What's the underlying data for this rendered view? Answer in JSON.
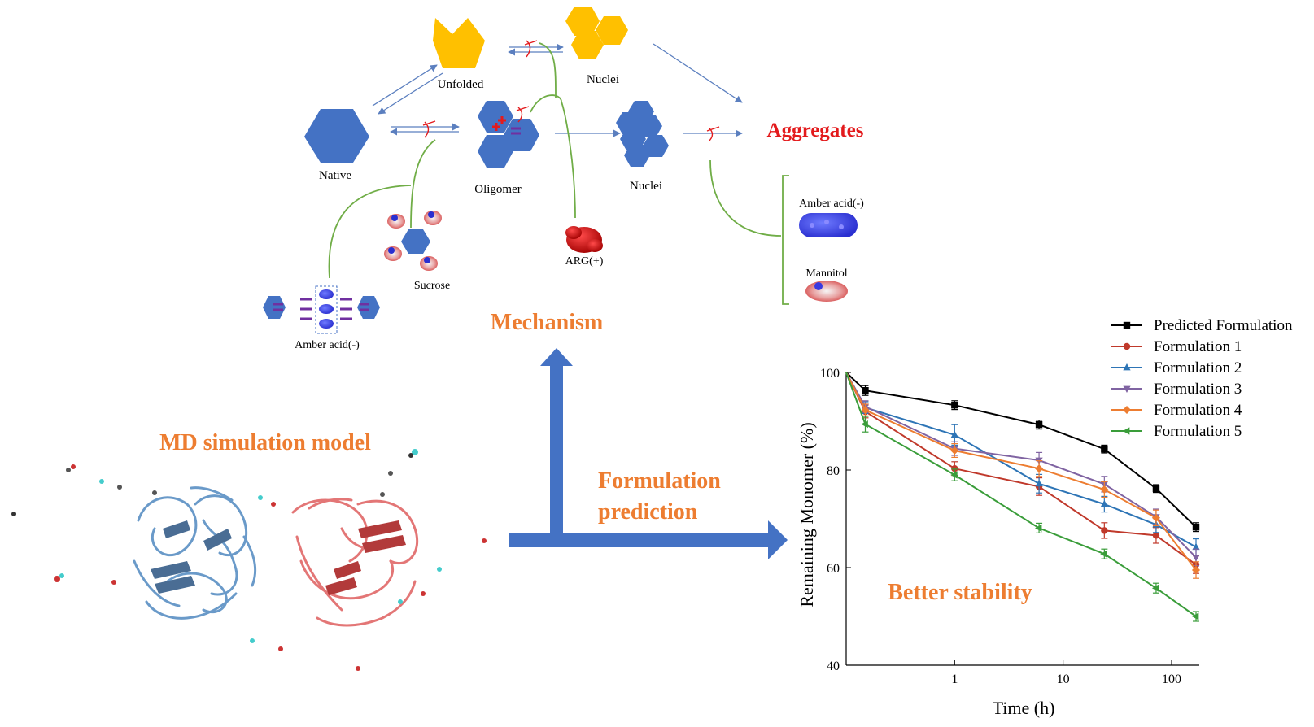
{
  "colors": {
    "blue": "#4472c4",
    "gold": "#ffc000",
    "orange": "#ed7d31",
    "red": "#e31a1c",
    "green": "#70ad47",
    "purple": "#7030a0",
    "arrow": "#5b7fbf",
    "bigArrow": "#4472c4"
  },
  "mechanism": {
    "states": {
      "unfolded": "Unfolded",
      "nuclei_top": "Nuclei",
      "native": "Native",
      "oligomer": "Oligomer",
      "nuclei_mid": "Nuclei",
      "aggregates": "Aggregates"
    },
    "excipients": {
      "sucrose": "Sucrose",
      "arg": "ARG(+)",
      "amber_bottom": "Amber acid(-)",
      "amber_right": "Amber acid(-)",
      "mannitol": "Mannitol"
    },
    "title": "Mechanism"
  },
  "md": {
    "title": "MD simulation model"
  },
  "prediction": {
    "line1": "Formulation",
    "line2": "prediction"
  },
  "chart_data": {
    "type": "line",
    "xlabel": "Time (h)",
    "ylabel": "Remaining Monomer (%)",
    "xscale": "log",
    "xticks": [
      "1",
      "10",
      "100"
    ],
    "yticks": [
      "40",
      "60",
      "80",
      "100"
    ],
    "ylim": [
      40,
      100
    ],
    "xlim": [
      0.1,
      180
    ],
    "legend": "top-right",
    "annotation": "Better stability",
    "x": [
      0.1,
      0.15,
      1,
      6,
      24,
      72,
      168
    ],
    "series": [
      {
        "name": "Predicted Formulation",
        "color": "#000000",
        "marker": "square",
        "values": [
          100,
          96.3,
          93.3,
          89.3,
          84.3,
          76.2,
          68.3
        ],
        "err": [
          0,
          1.0,
          0.9,
          0.9,
          0.8,
          0.8,
          0.9
        ]
      },
      {
        "name": "Formulation 1",
        "color": "#c0392b",
        "marker": "circle",
        "values": [
          100,
          92.0,
          80.3,
          76.6,
          67.6,
          66.6,
          60.6
        ],
        "err": [
          0,
          1.3,
          1.4,
          1.8,
          1.6,
          1.6,
          1.8
        ]
      },
      {
        "name": "Formulation 2",
        "color": "#2e75b6",
        "marker": "triangle-up",
        "values": [
          100,
          92.8,
          87.2,
          77.2,
          73.0,
          68.8,
          64.2
        ],
        "err": [
          0,
          1.2,
          2.1,
          1.9,
          1.6,
          1.6,
          1.7
        ]
      },
      {
        "name": "Formulation 3",
        "color": "#8064a2",
        "marker": "triangle-down",
        "values": [
          100,
          93.0,
          84.4,
          82.0,
          77.1,
          70.4,
          62.1
        ],
        "err": [
          0,
          1.2,
          1.4,
          1.6,
          1.6,
          1.6,
          1.7
        ]
      },
      {
        "name": "Formulation 4",
        "color": "#ed7d31",
        "marker": "diamond",
        "values": [
          100,
          92.3,
          84.0,
          80.3,
          76.0,
          70.2,
          59.5
        ],
        "err": [
          0,
          1.2,
          1.4,
          1.6,
          1.6,
          1.6,
          1.7
        ]
      },
      {
        "name": "Formulation 5",
        "color": "#3a9d3a",
        "marker": "triangle-left",
        "values": [
          100,
          89.4,
          79.0,
          68.1,
          62.8,
          55.8,
          50.0
        ],
        "err": [
          0,
          1.6,
          1.2,
          1.0,
          1.0,
          1.0,
          1.0
        ]
      }
    ]
  }
}
